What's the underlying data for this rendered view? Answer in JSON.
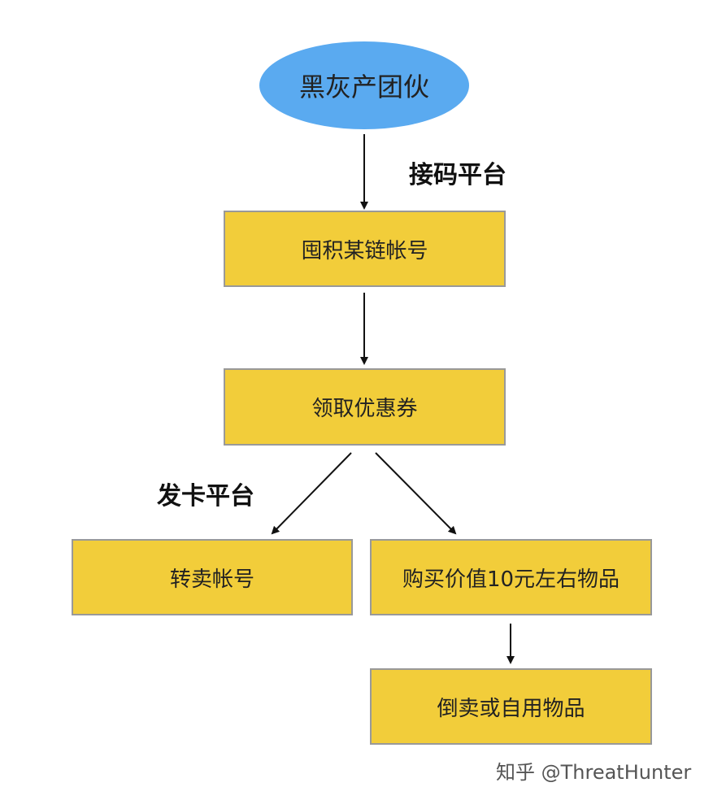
{
  "colors": {
    "ellipse_fill": "#5aaaf0",
    "box_fill": "#f2cd3a",
    "box_border": "#999999",
    "arrow": "#111111"
  },
  "nodes": {
    "gang": "黑灰产团伙",
    "hoard_accounts": "囤积某链帐号",
    "claim_coupons": "领取优惠券",
    "resell_accounts": "转卖帐号",
    "buy_items": "购买价值10元左右物品",
    "resell_or_use": "倒卖或自用物品"
  },
  "edge_labels": {
    "sms_platform": "接码平台",
    "card_platform": "发卡平台"
  },
  "watermark": "知乎 @ThreatHunter"
}
